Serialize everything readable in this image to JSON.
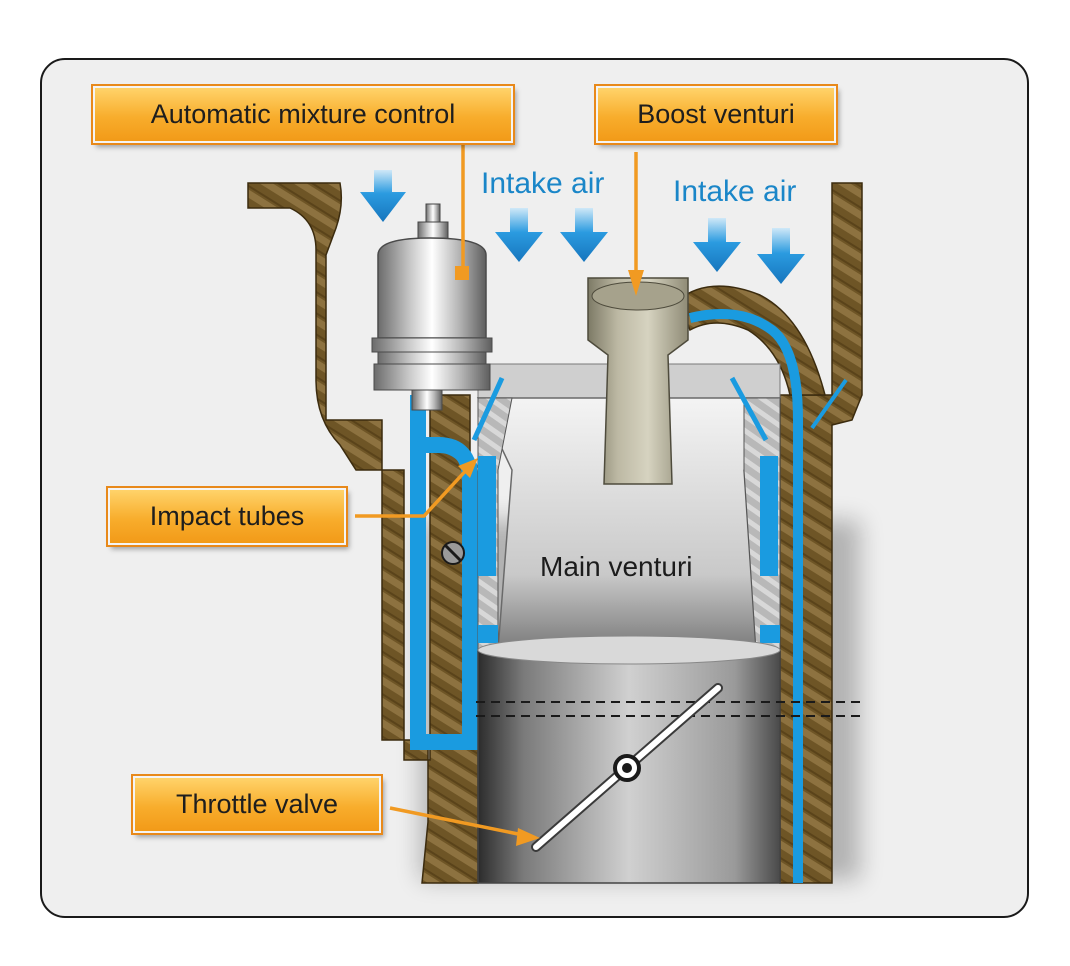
{
  "labels": {
    "automatic_mixture_control": "Automatic mixture control",
    "boost_venturi": "Boost venturi",
    "intake_air_left": "Intake air",
    "intake_air_right": "Intake air",
    "impact_tubes": "Impact tubes",
    "main_venturi": "Main venturi",
    "throttle_valve": "Throttle valve"
  },
  "colors": {
    "panel_background": "#efefef",
    "housing_wood": "#6b5224",
    "fuel_passage": "#1a9be0",
    "air_arrow": "#1b8fd6",
    "callout_fill": "#f8ad2c",
    "leader_line": "#f19a22",
    "air_label": "#1a86c8"
  },
  "icons": {
    "air_flow": "arrow-down-icon"
  }
}
